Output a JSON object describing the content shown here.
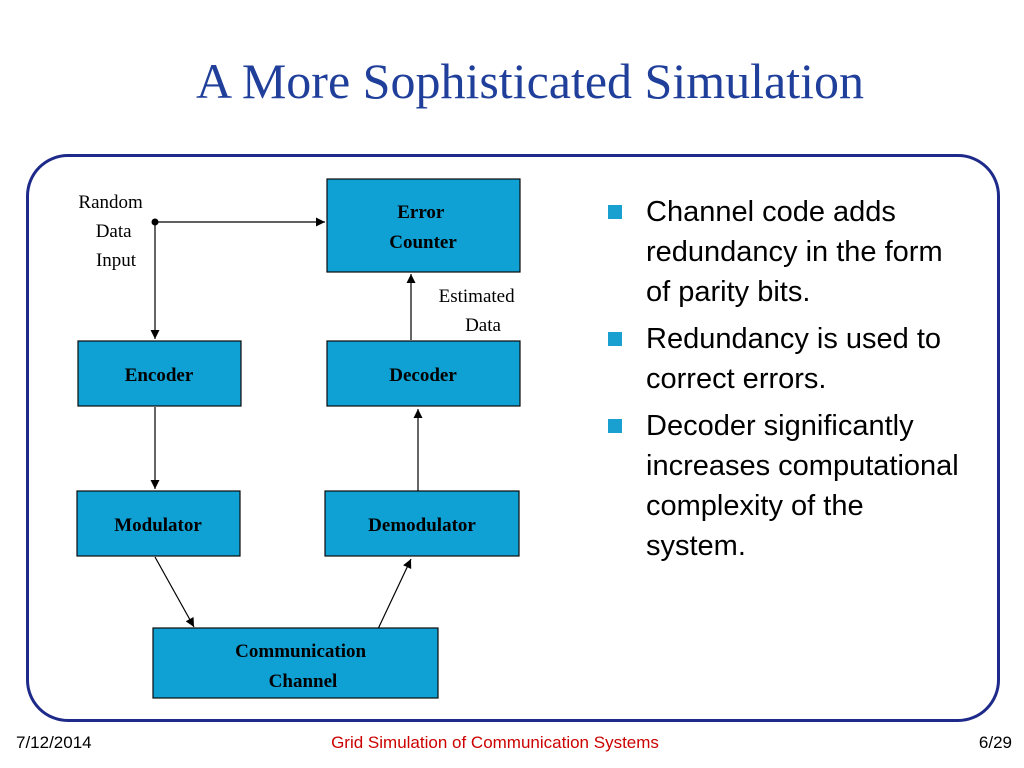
{
  "slide": {
    "title": "A More Sophisticated Simulation"
  },
  "diagram": {
    "nodes": {
      "error_counter": [
        "Error",
        "Counter"
      ],
      "encoder": [
        "Encoder"
      ],
      "decoder": [
        "Decoder"
      ],
      "modulator": [
        "Modulator"
      ],
      "demodulator": [
        "Demodulator"
      ],
      "channel": [
        "Communication",
        "Channel"
      ]
    },
    "labels": {
      "random_data_input": [
        "Random",
        "Data",
        "Input"
      ],
      "estimated_data": [
        "Estimated",
        "Data"
      ]
    },
    "colors": {
      "node_fill": "#0fa0d4",
      "frame": "#1e2a8a"
    }
  },
  "bullets": [
    {
      "text": "Channel code adds redundancy in the form of parity bits."
    },
    {
      "text": "Redundancy is used to correct errors."
    },
    {
      "text": "Decoder significantly increases computational complexity of the system."
    }
  ],
  "footer": {
    "date": "7/12/2014",
    "center": "Grid Simulation of Communication Systems",
    "page": "6/29"
  }
}
